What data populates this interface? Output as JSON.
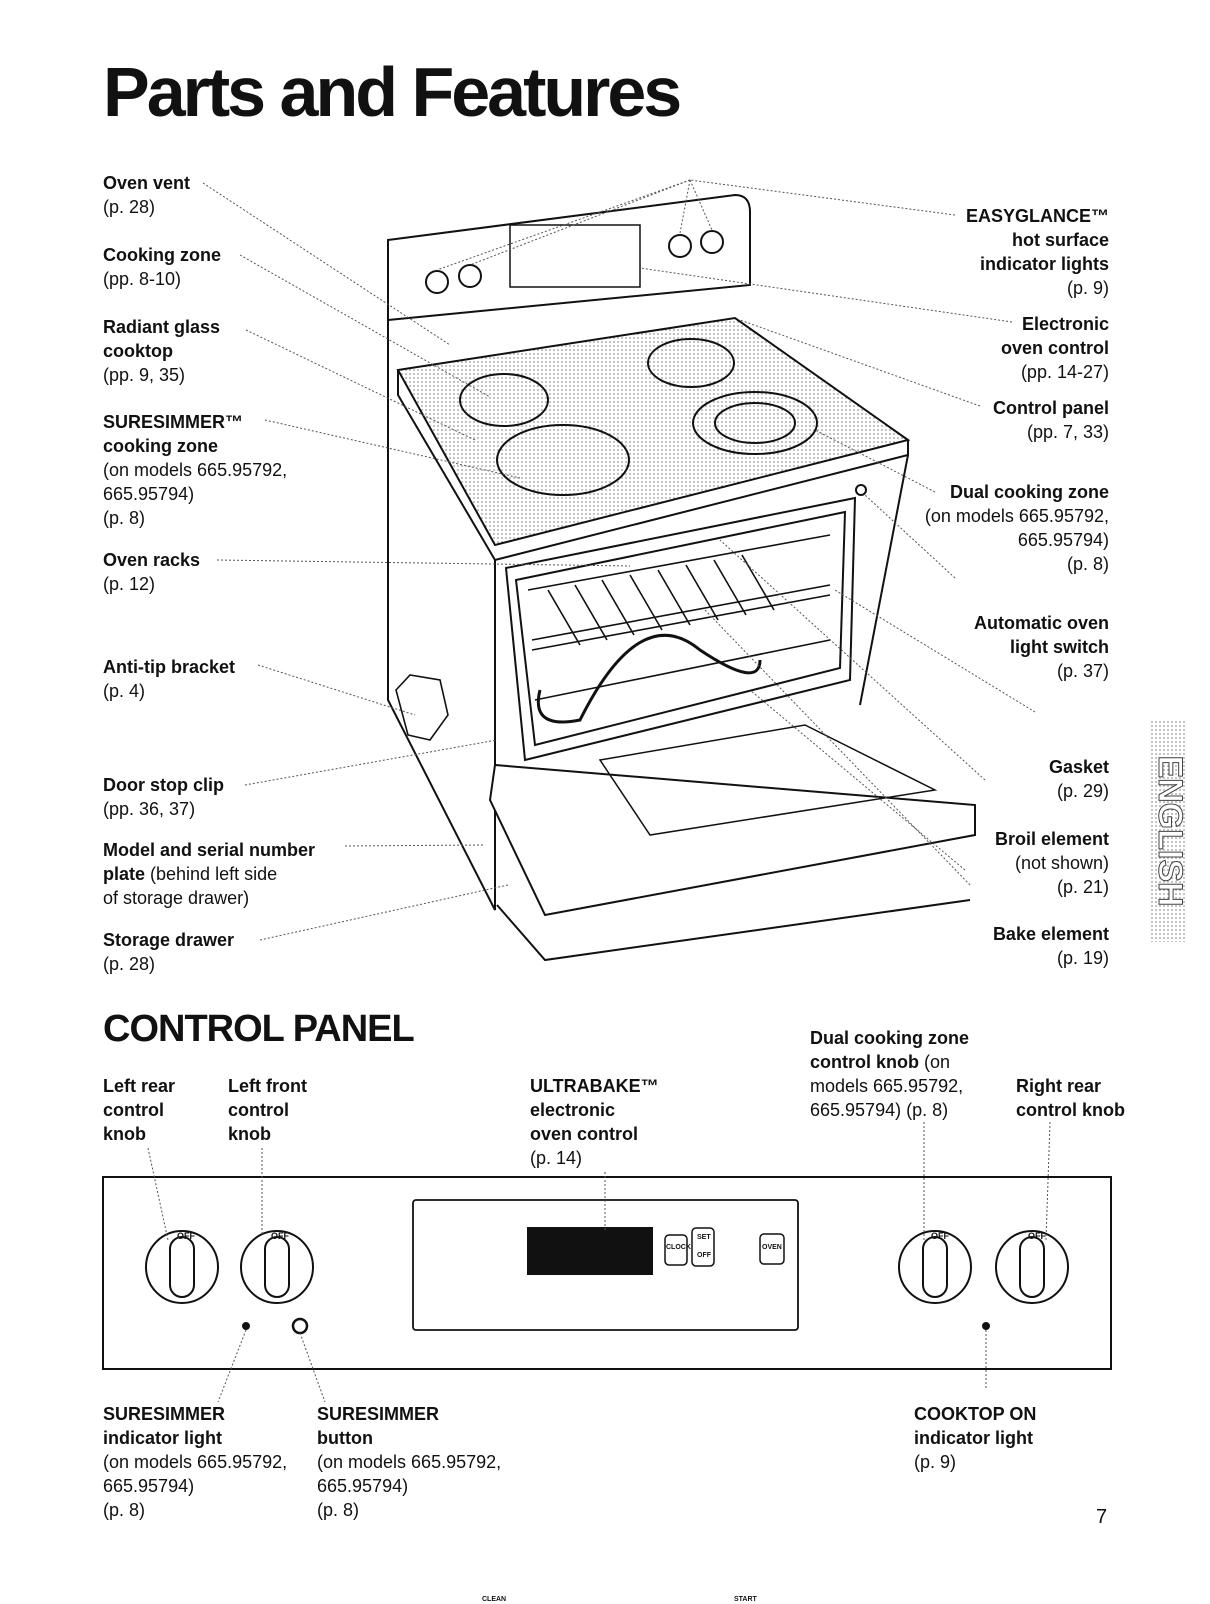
{
  "title": "Parts and Features",
  "page_number": "7",
  "side_tab": "ENGLISH",
  "left_labels": [
    {
      "id": "oven-vent",
      "lines": [
        "Oven vent"
      ],
      "refs": [
        "(p. 28)"
      ]
    },
    {
      "id": "cooking-zone",
      "lines": [
        "Cooking zone"
      ],
      "refs": [
        "(pp. 8-10)"
      ]
    },
    {
      "id": "radiant-glass",
      "lines": [
        "Radiant glass",
        "cooktop"
      ],
      "refs": [
        "(pp. 9, 35)"
      ]
    },
    {
      "id": "suresimmer-zone",
      "lines": [
        "SURESIMMER™",
        "cooking zone"
      ],
      "refs": [
        "(on models 665.95792,",
        "665.95794)",
        "(p. 8)"
      ]
    },
    {
      "id": "oven-racks",
      "lines": [
        "Oven racks"
      ],
      "refs": [
        "(p. 12)"
      ]
    },
    {
      "id": "anti-tip",
      "lines": [
        "Anti-tip bracket"
      ],
      "refs": [
        "(p. 4)"
      ]
    },
    {
      "id": "door-stop",
      "lines": [
        "Door stop clip"
      ],
      "refs": [
        "(pp. 36, 37)"
      ]
    },
    {
      "id": "model-serial",
      "lines": [
        "Model and serial number"
      ],
      "refs": []
    },
    {
      "id": "storage-drawer",
      "lines": [
        "Storage drawer"
      ],
      "refs": [
        "(p. 28)"
      ]
    }
  ],
  "model_plate": {
    "bold": "plate",
    "rest": " (behind left side",
    "line3": "of storage drawer)"
  },
  "right_labels": [
    {
      "id": "easyglance",
      "lines": [
        "EASYGLANCE™",
        "hot surface",
        "indicator lights"
      ],
      "refs": [
        "(p. 9)"
      ]
    },
    {
      "id": "electronic-control",
      "lines": [
        "Electronic",
        "oven control"
      ],
      "refs": [
        "(pp. 14-27)"
      ]
    },
    {
      "id": "control-panel",
      "lines": [
        "Control panel"
      ],
      "refs": [
        "(pp. 7, 33)"
      ]
    },
    {
      "id": "dual-zone",
      "lines": [
        "Dual cooking zone"
      ],
      "refs": [
        "(on models 665.95792,",
        "665.95794)",
        "(p. 8)"
      ]
    },
    {
      "id": "light-switch",
      "lines": [
        "Automatic oven",
        "light switch"
      ],
      "refs": [
        "(p. 37)"
      ]
    },
    {
      "id": "gasket",
      "lines": [
        "Gasket"
      ],
      "refs": [
        "(p. 29)"
      ]
    },
    {
      "id": "broil",
      "lines": [
        "Broil element"
      ],
      "refs": [
        "(not shown)",
        "(p. 21)"
      ]
    },
    {
      "id": "bake",
      "lines": [
        "Bake element"
      ],
      "refs": [
        "(p. 19)"
      ]
    }
  ],
  "control_panel": {
    "heading": "CONTROL PANEL",
    "top_labels": [
      {
        "id": "left-rear",
        "lines": [
          "Left rear",
          "control",
          "knob"
        ],
        "refs": []
      },
      {
        "id": "left-front",
        "lines": [
          "Left front",
          "control",
          "knob"
        ],
        "refs": []
      },
      {
        "id": "ultrabake",
        "lines": [
          "ULTRABAKE™",
          "electronic",
          "oven control"
        ],
        "refs": [
          "(p. 14)"
        ]
      },
      {
        "id": "right-rear",
        "lines": [
          "Right rear",
          "control knob"
        ],
        "refs": []
      }
    ],
    "dual_knob": {
      "bold1": "Dual cooking zone",
      "bold2": "control knob",
      "rest2": " (on",
      "line3": "models 665.95792,",
      "line4": "665.95794) (p. 8)"
    },
    "bottom_labels": [
      {
        "id": "suresimmer-light",
        "lines": [
          "SURESIMMER",
          "indicator light"
        ],
        "refs": [
          "(on models 665.95792,",
          "665.95794)",
          "(p. 8)"
        ]
      },
      {
        "id": "suresimmer-button",
        "lines": [
          "SURESIMMER",
          "button"
        ],
        "refs": [
          "(on models 665.95792,",
          "665.95794)",
          "(p. 8)"
        ]
      },
      {
        "id": "cooktop-on",
        "lines": [
          "COOKTOP ON",
          "indicator light"
        ],
        "refs": [
          "(p. 9)"
        ]
      }
    ],
    "knob_off": "OFF",
    "panel_buttons": [
      "CLOCK",
      "SET",
      "OFF",
      "OVEN",
      "CLEAN",
      "START"
    ]
  }
}
